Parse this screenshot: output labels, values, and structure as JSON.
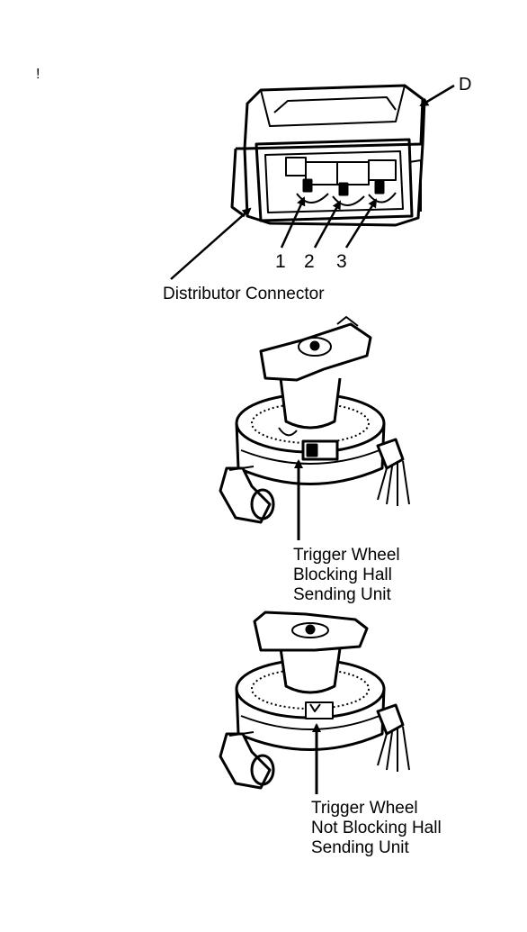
{
  "margin_mark": "!",
  "connector": {
    "letter": "D",
    "pins": [
      "1",
      "2",
      "3"
    ],
    "caption": "Distributor Connector"
  },
  "figure_blocking": {
    "caption_lines": [
      "Trigger Wheel",
      "Blocking Hall",
      "Sending Unit"
    ]
  },
  "figure_not_blocking": {
    "caption_lines": [
      "Trigger Wheel",
      "Not Blocking Hall",
      "Sending Unit"
    ]
  }
}
